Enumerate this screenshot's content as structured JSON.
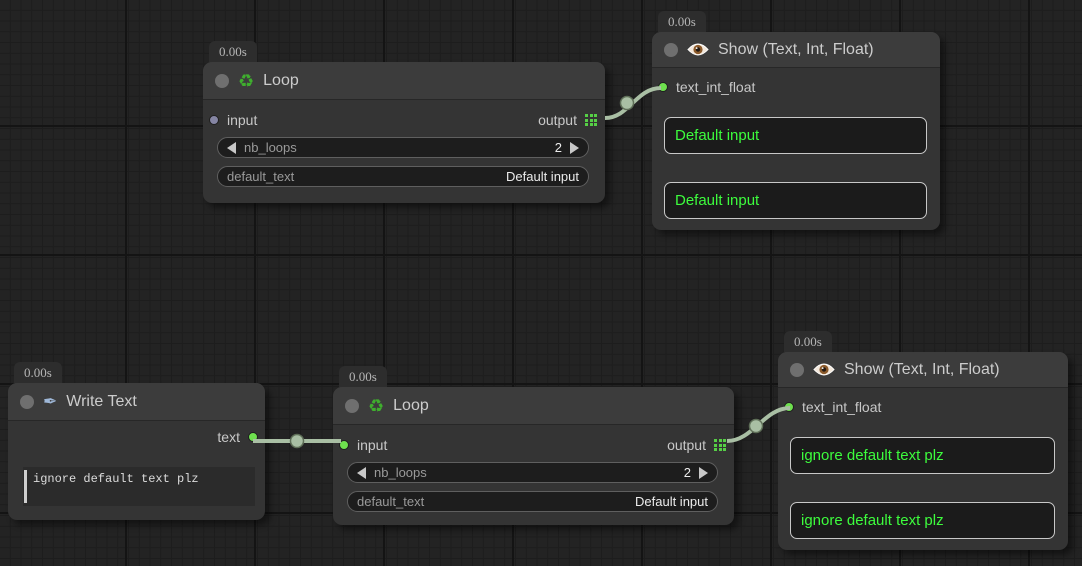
{
  "canvas": {
    "background": "#232323",
    "minor_line": "#1d1d1d",
    "major_line": "#141414"
  },
  "palette": {
    "wire": "#a9bfa4",
    "slot_connected_green": "#6ee04e",
    "slot_unconnected_gray": "#8585a3",
    "show_text_green": "#3dfc3d",
    "node_body": "#343434",
    "node_header": "#3c3c3c"
  },
  "icons": {
    "recycle": "♻",
    "pen": "✒"
  },
  "nodes": {
    "loop_top": {
      "badge": "0.00s",
      "title": "Loop",
      "input_label": "input",
      "output_label": "output",
      "nb_loops_label": "nb_loops",
      "nb_loops_value": "2",
      "default_text_label": "default_text",
      "default_text_value": "Default input"
    },
    "show_top": {
      "badge": "0.00s",
      "title": "Show (Text, Int, Float)",
      "input_label": "text_int_float",
      "box1": "Default input",
      "box2": "Default input"
    },
    "write_text": {
      "badge": "0.00s",
      "title": "Write Text",
      "output_label": "text",
      "textarea_value": "ignore default text plz"
    },
    "loop_bottom": {
      "badge": "0.00s",
      "title": "Loop",
      "input_label": "input",
      "output_label": "output",
      "nb_loops_label": "nb_loops",
      "nb_loops_value": "2",
      "default_text_label": "default_text",
      "default_text_value": "Default input"
    },
    "show_bottom": {
      "badge": "0.00s",
      "title": "Show (Text, Int, Float)",
      "input_label": "text_int_float",
      "box1": "ignore default text plz",
      "box2": "ignore default text plz"
    }
  }
}
